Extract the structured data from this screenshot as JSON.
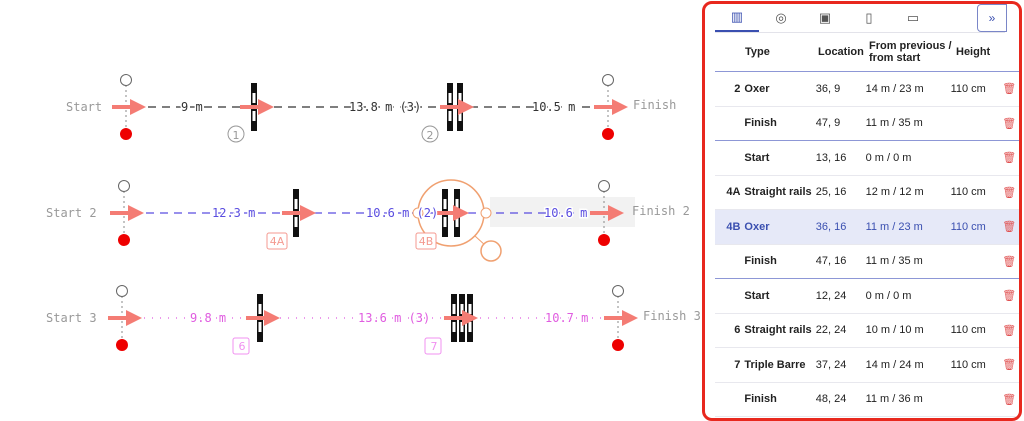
{
  "course": {
    "rows": [
      {
        "start": "Start",
        "finish": "Finish",
        "distances": [
          "9 m",
          "13.8 m (3)",
          "10.5 m"
        ],
        "numbers": [
          "1",
          "2"
        ],
        "color": "#333333"
      },
      {
        "start": "Start 2",
        "finish": "Finish 2",
        "distances": [
          "12.3 m",
          "10.6 m (2)",
          "10.6 m"
        ],
        "numbers": [
          "4A",
          "4B"
        ],
        "color": "#5a4de0"
      },
      {
        "start": "Start 3",
        "finish": "Finish 3",
        "distances": [
          "9.8 m",
          "13.6 m (3)",
          "10.7 m"
        ],
        "numbers": [
          "6",
          "7"
        ],
        "color": "#e05ce0"
      }
    ]
  },
  "panel": {
    "tabs": [
      "map-icon",
      "target-icon",
      "photo-box-icon",
      "document-icon",
      "image-icon"
    ],
    "expand_label": "»",
    "headers": {
      "type": "Type",
      "location": "Location",
      "from": "From previous / from start",
      "height": "Height"
    },
    "rows": [
      {
        "num": "2",
        "type": "Oxer",
        "location": "36, 9",
        "from": "14 m / 23 m",
        "height": "110 cm"
      },
      {
        "num": "",
        "type": "Finish",
        "location": "47, 9",
        "from": "11 m / 35 m",
        "height": ""
      },
      {
        "num": "",
        "type": "Start",
        "location": "13, 16",
        "from": "0 m / 0 m",
        "height": ""
      },
      {
        "num": "4A",
        "type": "Straight rails",
        "location": "25, 16",
        "from": "12 m / 12 m",
        "height": "110 cm"
      },
      {
        "num": "4B",
        "type": "Oxer",
        "location": "36, 16",
        "from": "11 m / 23 m",
        "height": "110 cm"
      },
      {
        "num": "",
        "type": "Finish",
        "location": "47, 16",
        "from": "11 m / 35 m",
        "height": ""
      },
      {
        "num": "",
        "type": "Start",
        "location": "12, 24",
        "from": "0 m / 0 m",
        "height": ""
      },
      {
        "num": "6",
        "type": "Straight rails",
        "location": "22, 24",
        "from": "10 m / 10 m",
        "height": "110 cm"
      },
      {
        "num": "7",
        "type": "Triple Barre",
        "location": "37, 24",
        "from": "14 m / 24 m",
        "height": "110 cm"
      },
      {
        "num": "",
        "type": "Finish",
        "location": "48, 24",
        "from": "11 m / 36 m",
        "height": ""
      }
    ]
  }
}
